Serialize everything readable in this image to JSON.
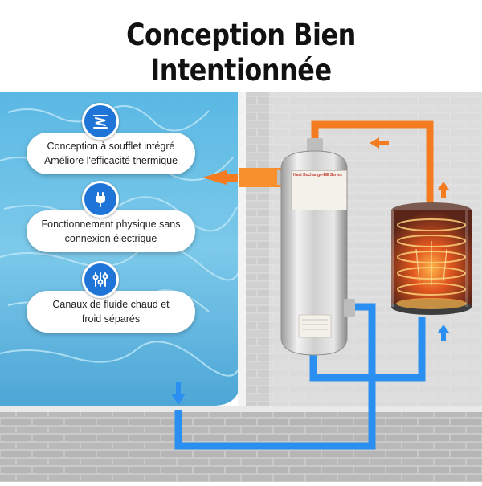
{
  "title": {
    "line1": "Conception Bien",
    "line2": "Intentionnée"
  },
  "features": [
    {
      "icon": "spring-coil-icon",
      "line1": "Conception à soufflet intégré",
      "line2": "Améliore l'efficacité thermique"
    },
    {
      "icon": "power-plug-icon",
      "line1": "Fonctionnement physique sans",
      "line2": "connexion électrique"
    },
    {
      "icon": "sliders-icon",
      "line1": "Canaux de fluide chaud et",
      "line2": "froid séparés"
    }
  ],
  "product": {
    "label_title": "Heat Exchange-BE Series"
  },
  "colors": {
    "accent_blue": "#1f74d8",
    "hot_pipe": "#f47b20",
    "cold_pipe": "#2a8ff0",
    "pool_water": "#6fc2e6",
    "brick_wall": "#bdbdbd"
  }
}
